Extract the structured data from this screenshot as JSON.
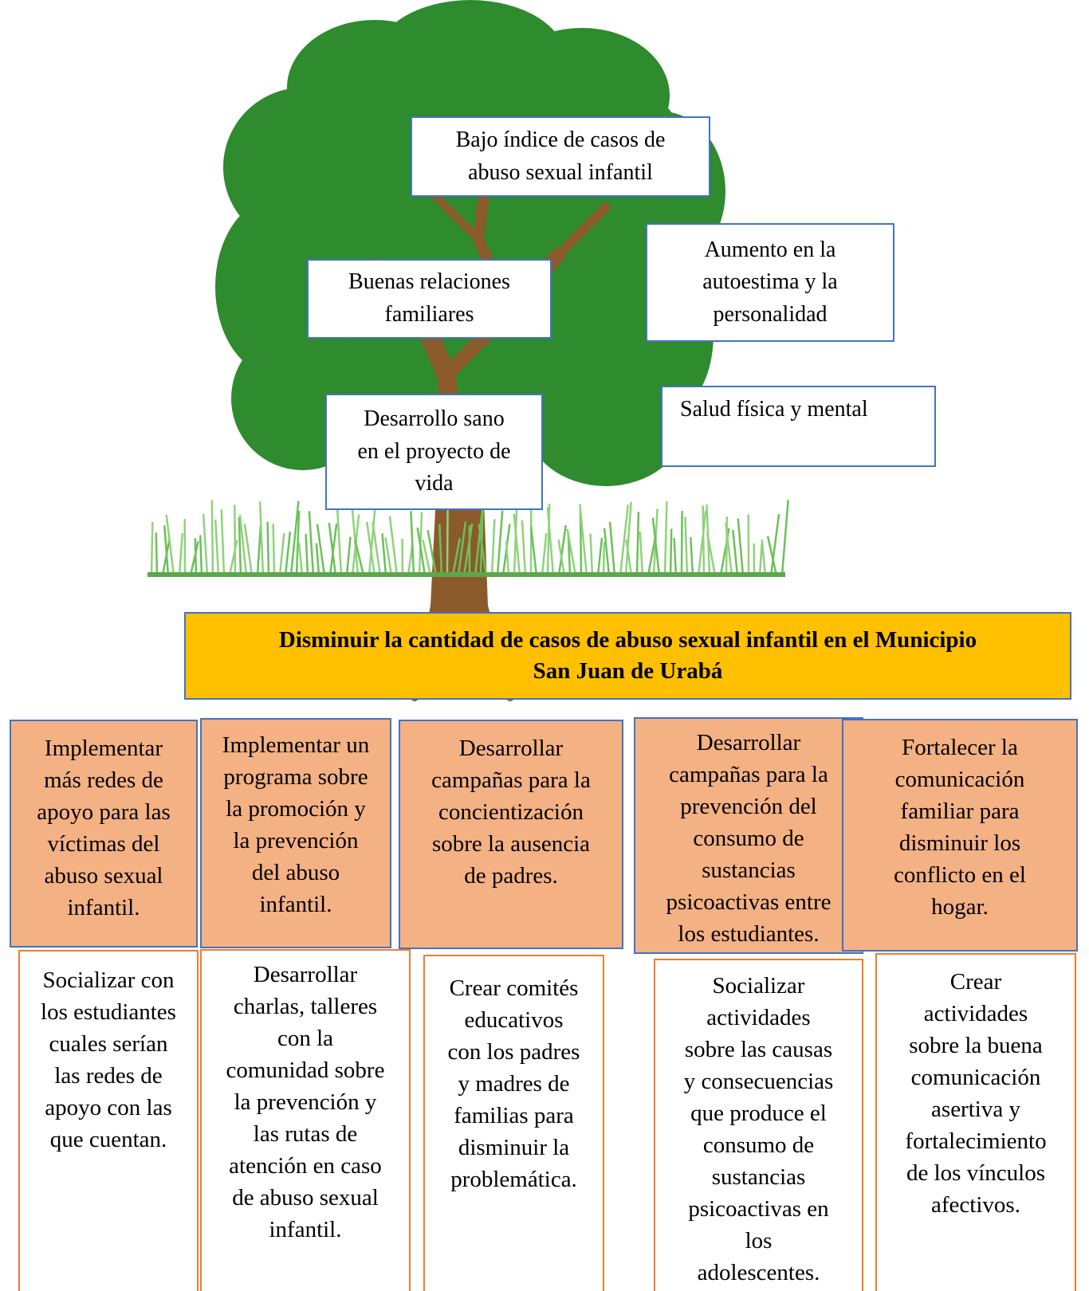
{
  "colors": {
    "canopy": "#2e8b2e",
    "trunk": "#8b5a2b",
    "grass": "#6cc05a",
    "goal_fill": "#ffc000",
    "objective_fill": "#f4b183",
    "blue_border": "#4472c4",
    "orange_border": "#ed7d31"
  },
  "fruits": {
    "bajo_indice": [
      "Bajo índice de casos de",
      "abuso sexual infantil"
    ],
    "autoestima": [
      "Aumento en la",
      "autoestima y la",
      "personalidad"
    ],
    "relaciones": [
      "Buenas relaciones",
      "familiares"
    ],
    "salud": [
      "Salud física y mental"
    ],
    "desarrollo": [
      "Desarrollo sano",
      "en el proyecto de",
      "vida"
    ]
  },
  "goal": [
    "Disminuir la cantidad de casos de abuso sexual infantil en el Municipio",
    "San Juan de Urabá"
  ],
  "objectives": [
    [
      "Implementar",
      "más redes de",
      "apoyo para las",
      "víctimas del",
      "abuso  sexual",
      "infantil."
    ],
    [
      "Implementar un",
      "programa sobre",
      "la promoción y",
      "la prevención",
      "del abuso",
      "infantil."
    ],
    [
      "Desarrollar",
      "campañas para la",
      "concientización",
      "sobre la ausencia",
      "de padres."
    ],
    [
      "Desarrollar",
      "campañas para la",
      "prevención del",
      "consumo de",
      "sustancias",
      "psicoactivas entre",
      "los estudiantes."
    ],
    [
      "Fortalecer la",
      "comunicación",
      "familiar para",
      "disminuir los",
      "conflicto en el",
      "hogar."
    ]
  ],
  "activities": [
    [
      "Socializar con",
      "los estudiantes",
      "cuales serían",
      "las redes de",
      "apoyo con las",
      "que cuentan."
    ],
    [
      "Desarrollar",
      "charlas, talleres",
      "con la",
      "comunidad sobre",
      "la prevención y",
      "las rutas de",
      "atención en caso",
      "de abuso sexual",
      "infantil."
    ],
    [
      "Crear comités",
      "educativos",
      "con los padres",
      "y madres de",
      "familias para",
      "disminuir la",
      "problemática."
    ],
    [
      "Socializar",
      "actividades",
      "sobre las causas",
      "y consecuencias",
      "que produce  el",
      "consumo de",
      "sustancias",
      "psicoactivas en",
      "los",
      "adolescentes."
    ],
    [
      "Crear",
      "actividades",
      "sobre la buena",
      "comunicación",
      "asertiva y",
      "fortalecimiento",
      "de los vínculos",
      "afectivos."
    ]
  ]
}
